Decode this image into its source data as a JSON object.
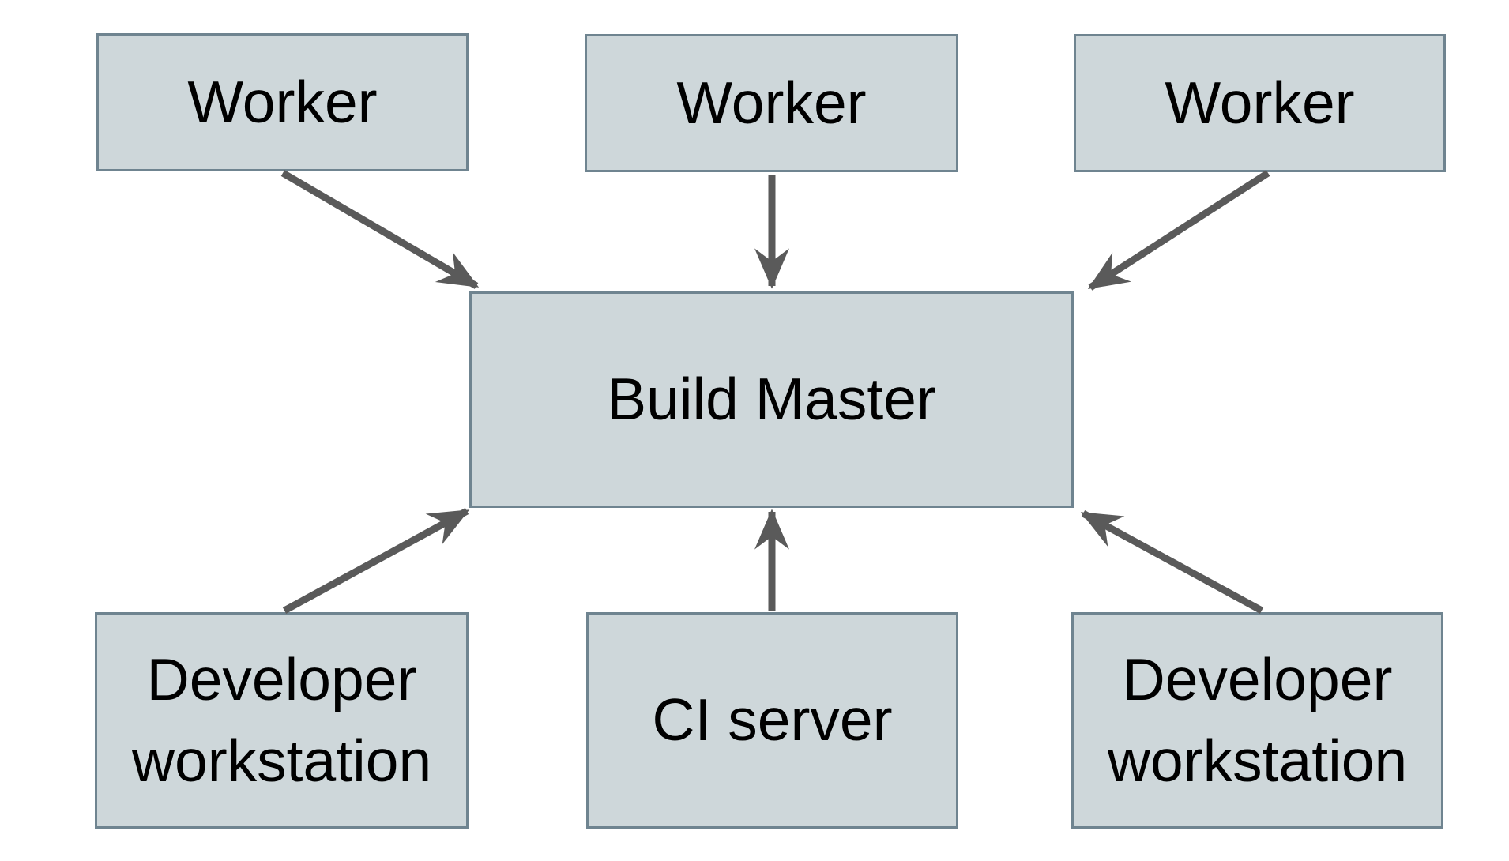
{
  "diagram": {
    "type": "architecture-diagram",
    "nodes": {
      "worker_1": {
        "label": "Worker"
      },
      "worker_2": {
        "label": "Worker"
      },
      "worker_3": {
        "label": "Worker"
      },
      "build_master": {
        "label": "Build Master"
      },
      "developer_workstation_left": {
        "label": "Developer workstation"
      },
      "ci_server": {
        "label": "CI server"
      },
      "developer_workstation_right": {
        "label": "Developer workstation"
      }
    },
    "edges": [
      {
        "from": "worker_1",
        "to": "build_master"
      },
      {
        "from": "worker_2",
        "to": "build_master"
      },
      {
        "from": "worker_3",
        "to": "build_master"
      },
      {
        "from": "developer_workstation_left",
        "to": "build_master"
      },
      {
        "from": "ci_server",
        "to": "build_master"
      },
      {
        "from": "developer_workstation_right",
        "to": "build_master"
      }
    ],
    "colors": {
      "node_fill": "#ced7da",
      "node_border": "#6f8490",
      "arrow": "#5a5a5a",
      "text": "#000000",
      "background": "#ffffff"
    }
  }
}
